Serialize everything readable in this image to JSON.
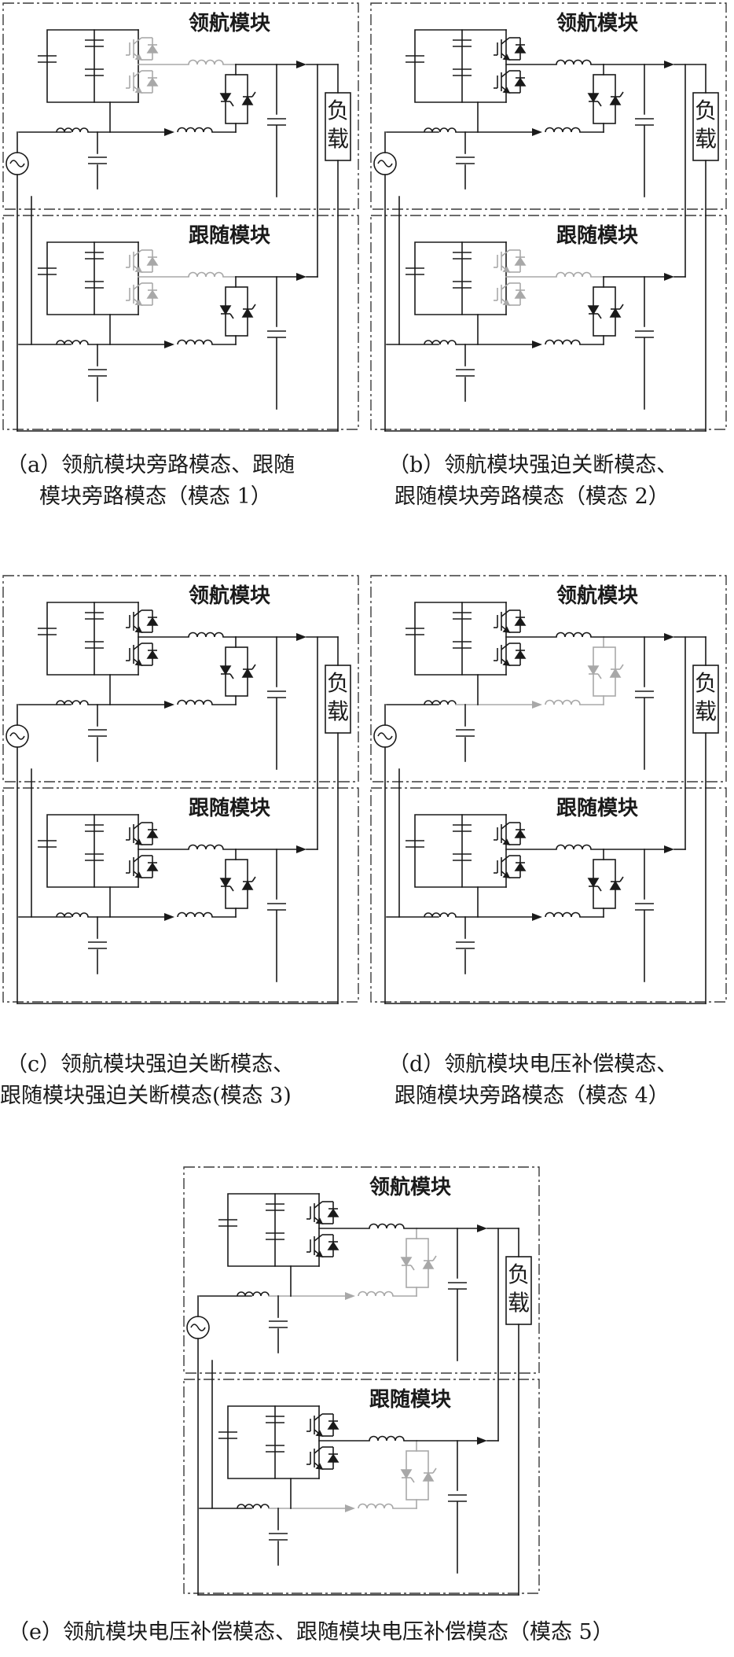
{
  "labels": {
    "leader_module": "领航模块",
    "follower_module": "跟随模块",
    "load_line1": "负",
    "load_line2": "载"
  },
  "panels": [
    {
      "id": "a",
      "caption_line1": "（a）领航模块旁路模态、跟随",
      "caption_line2": "模块旁路模态（模态 1）",
      "leader": {
        "switch": "gray",
        "thyristor": "dark"
      },
      "follower": {
        "switch": "gray",
        "thyristor": "dark"
      }
    },
    {
      "id": "b",
      "caption_line1": "（b）领航模块强迫关断模态、",
      "caption_line2": "跟随模块旁路模态（模态 2）",
      "leader": {
        "switch": "dark",
        "thyristor": "dark"
      },
      "follower": {
        "switch": "gray",
        "thyristor": "dark"
      }
    },
    {
      "id": "c",
      "caption_line1": "（c）领航模块强迫关断模态、",
      "caption_line2": "跟随模块强迫关断模态(模态 3)",
      "leader": {
        "switch": "dark",
        "thyristor": "dark"
      },
      "follower": {
        "switch": "dark",
        "thyristor": "dark"
      }
    },
    {
      "id": "d",
      "caption_line1": "（d）领航模块电压补偿模态、",
      "caption_line2": "跟随模块旁路模态（模态 4）",
      "leader": {
        "switch": "dark",
        "thyristor": "gray"
      },
      "follower": {
        "switch": "dark",
        "thyristor": "dark"
      }
    },
    {
      "id": "e",
      "caption_line1": "（e）领航模块电压补偿模态、跟随模块电压补偿模态（模态 5）",
      "caption_line2": "",
      "leader": {
        "switch": "dark",
        "thyristor": "gray"
      },
      "follower": {
        "switch": "dark",
        "thyristor": "gray"
      }
    }
  ],
  "colors": {
    "wire": "#1a1a1a",
    "inactive": "#a8a8a8",
    "border": "#3a3a3a"
  }
}
